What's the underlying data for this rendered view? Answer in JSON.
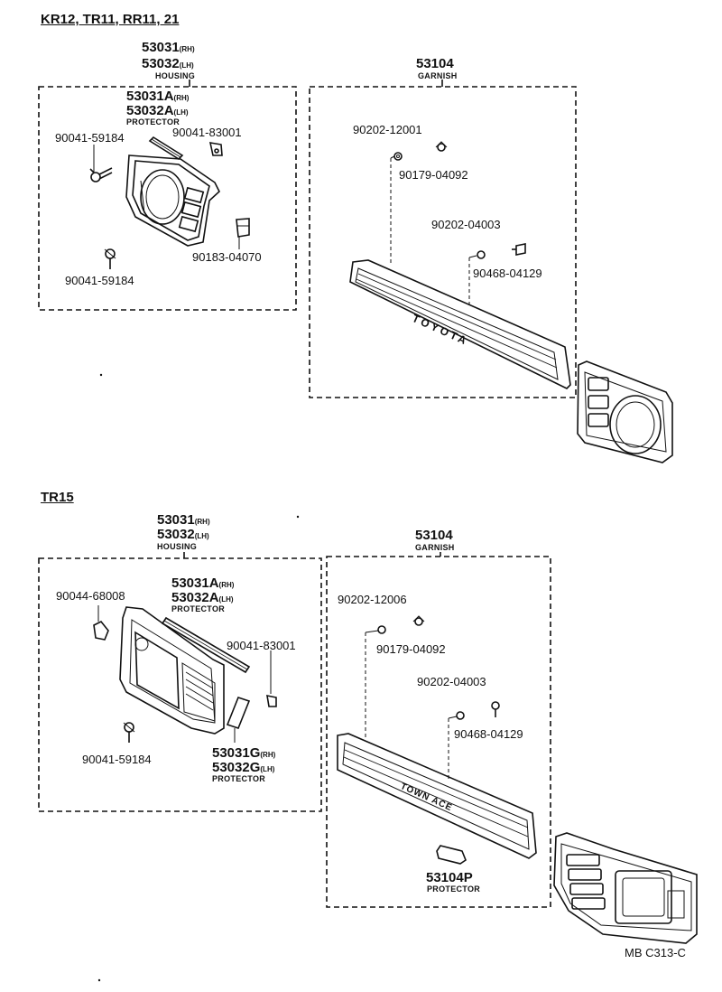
{
  "section1": {
    "header": "KR12, TR11, RR11, 21",
    "housing": {
      "pn_rh": "53031",
      "rh": "(RH)",
      "pn_lh": "53032",
      "lh": "(LH)",
      "label": "HOUSING"
    },
    "protector": {
      "pn_rh": "53031A",
      "rh": "(RH)",
      "pn_lh": "53032A",
      "lh": "(LH)",
      "label": "PROTECTOR"
    },
    "parts": {
      "screw_top": "90041-59184",
      "clip_top": "90041-83001",
      "clip_right": "90183-04070",
      "screw_bottom": "90041-59184"
    },
    "garnish": {
      "pn": "53104",
      "label": "GARNISH",
      "p1": "90202-12001",
      "p2": "90179-04092",
      "p3": "90202-04003",
      "p4": "90468-04129",
      "emblem": "TOYOTA"
    }
  },
  "section2": {
    "header": "TR15",
    "housing": {
      "pn_rh": "53031",
      "rh": "(RH)",
      "pn_lh": "53032",
      "lh": "(LH)",
      "label": "HOUSING"
    },
    "protector_a": {
      "pn_rh": "53031A",
      "rh": "(RH)",
      "pn_lh": "53032A",
      "lh": "(LH)",
      "label": "PROTECTOR"
    },
    "protector_g": {
      "pn_rh": "53031G",
      "rh": "(RH)",
      "pn_lh": "53032G",
      "lh": "(LH)",
      "label": "PROTECTOR"
    },
    "parts": {
      "clip_left": "90044-68008",
      "clip_right": "90041-83001",
      "screw_bottom": "90041-59184"
    },
    "garnish": {
      "pn": "53104",
      "label": "GARNISH",
      "p1": "90202-12006",
      "p2": "90179-04092",
      "p3": "90202-04003",
      "p4": "90468-04129",
      "emblem": "TOWN ACE",
      "protector_pn": "53104P",
      "protector_label": "PROTECTOR"
    }
  },
  "footer": {
    "code": "MB C313-C"
  }
}
